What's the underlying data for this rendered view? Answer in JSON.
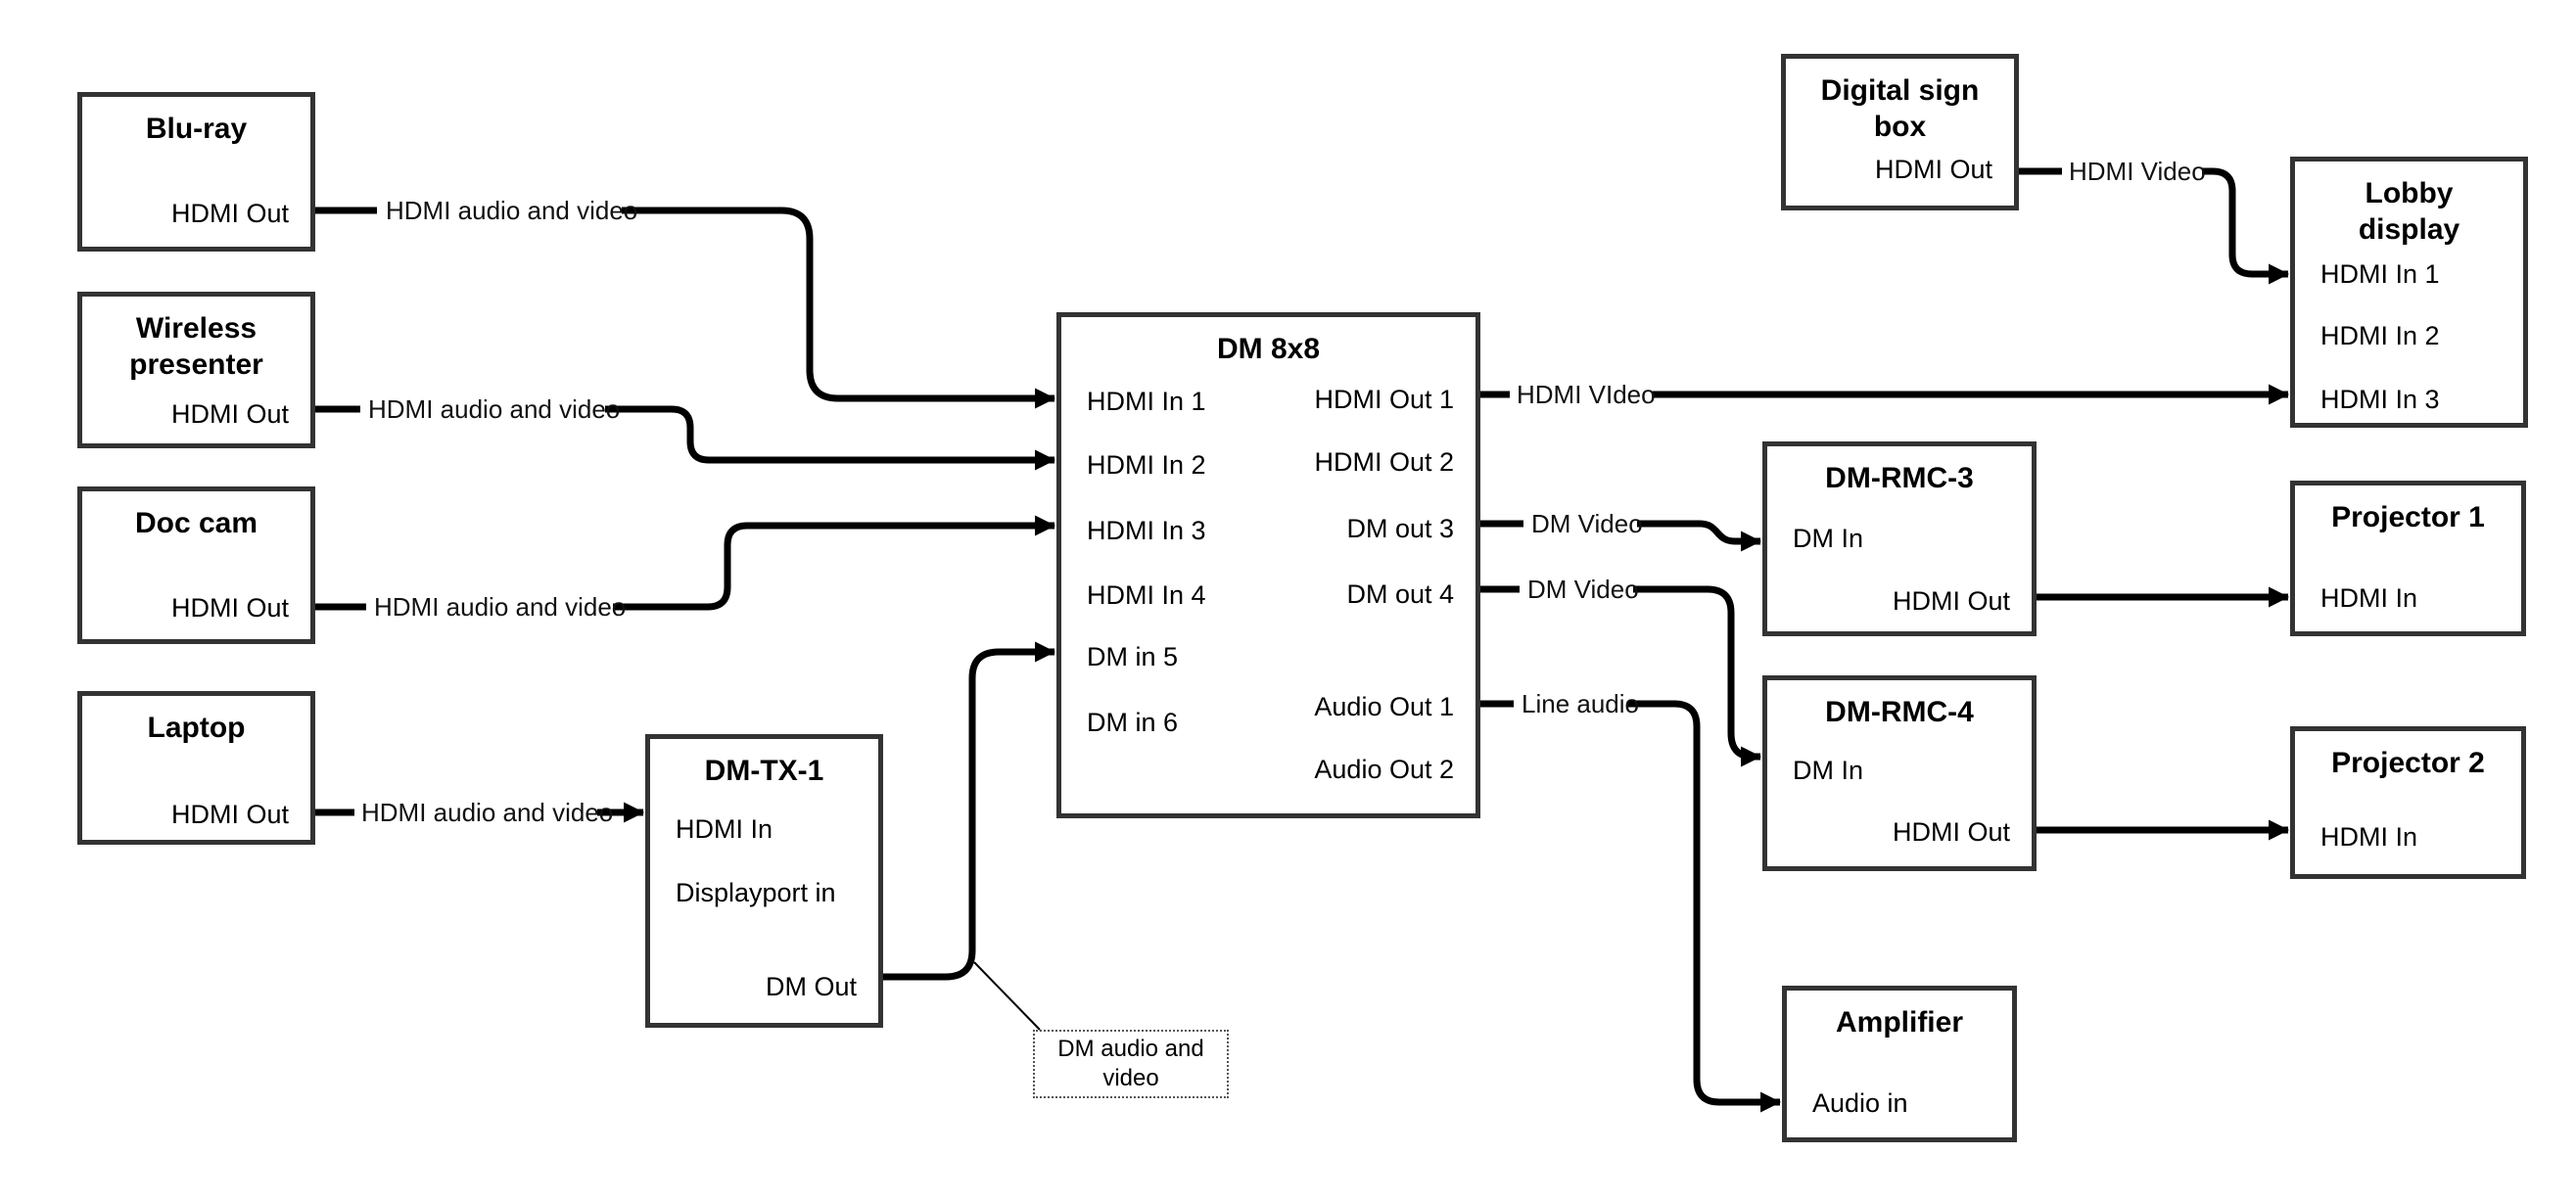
{
  "colors": {
    "line": "#000000",
    "box_border": "#333333",
    "background": "#ffffff",
    "text": "#000000"
  },
  "nodes": {
    "bluray": {
      "title": "Blu-ray",
      "ports": [
        "HDMI Out"
      ]
    },
    "wireless": {
      "title": "Wireless presenter",
      "ports": [
        "HDMI Out"
      ]
    },
    "doccam": {
      "title": "Doc cam",
      "ports": [
        "HDMI Out"
      ]
    },
    "laptop": {
      "title": "Laptop",
      "ports": [
        "HDMI Out"
      ]
    },
    "dmtx1": {
      "title": "DM-TX-1",
      "ports": [
        "HDMI In",
        "Displayport in",
        "DM Out"
      ]
    },
    "dm8x8": {
      "title": "DM 8x8",
      "ports": [
        "HDMI In 1",
        "HDMI In 2",
        "HDMI In 3",
        "HDMI In 4",
        "DM in 5",
        "DM in 6",
        "HDMI Out 1",
        "HDMI Out 2",
        "DM out 3",
        "DM out 4",
        "Audio Out 1",
        "Audio Out 2"
      ]
    },
    "digitalsign": {
      "title": "Digital sign box",
      "ports": [
        "HDMI Out"
      ]
    },
    "lobby": {
      "title": "Lobby display",
      "ports": [
        "HDMI In 1",
        "HDMI In 2",
        "HDMI In 3"
      ]
    },
    "dmrmc3": {
      "title": "DM-RMC-3",
      "ports": [
        "DM In",
        "HDMI Out"
      ]
    },
    "proj1": {
      "title": "Projector 1",
      "ports": [
        "HDMI In"
      ]
    },
    "dmrmc4": {
      "title": "DM-RMC-4",
      "ports": [
        "DM In",
        "HDMI Out"
      ]
    },
    "proj2": {
      "title": "Projector 2",
      "ports": [
        "HDMI In"
      ]
    },
    "amplifier": {
      "title": "Amplifier",
      "ports": [
        "Audio in"
      ]
    }
  },
  "connections": [
    {
      "label": "HDMI audio and video",
      "from": "Blu-ray HDMI Out",
      "to": "DM 8x8 HDMI In 1"
    },
    {
      "label": "HDMI audio and video",
      "from": "Wireless presenter HDMI Out",
      "to": "DM 8x8 HDMI In 2"
    },
    {
      "label": "HDMI audio and video",
      "from": "Doc cam HDMI Out",
      "to": "DM 8x8 HDMI In 3"
    },
    {
      "label": "HDMI audio and video",
      "from": "Laptop HDMI Out",
      "to": "DM-TX-1 HDMI In"
    },
    {
      "label": "",
      "from": "DM-TX-1 DM Out",
      "to": "DM 8x8 DM in 5"
    },
    {
      "label": "HDMI VIdeo",
      "from": "DM 8x8 HDMI Out 1",
      "to": "Lobby display HDMI In 3"
    },
    {
      "label": "DM Video",
      "from": "DM 8x8 DM out 3",
      "to": "DM-RMC-3 DM In"
    },
    {
      "label": "DM Video",
      "from": "DM 8x8 DM out 4",
      "to": "DM-RMC-4 DM In"
    },
    {
      "label": "Line audio",
      "from": "DM 8x8 Audio Out 1",
      "to": "Amplifier Audio in"
    },
    {
      "label": "HDMI Video",
      "from": "Digital sign box HDMI Out",
      "to": "Lobby display HDMI In 1"
    },
    {
      "label": "",
      "from": "DM-RMC-3 HDMI Out",
      "to": "Projector 1 HDMI In"
    },
    {
      "label": "",
      "from": "DM-RMC-4 HDMI Out",
      "to": "Projector 2 HDMI In"
    }
  ],
  "note": {
    "text": "DM audio and video",
    "attaches_to": "DM-TX-1 DM Out connector"
  }
}
